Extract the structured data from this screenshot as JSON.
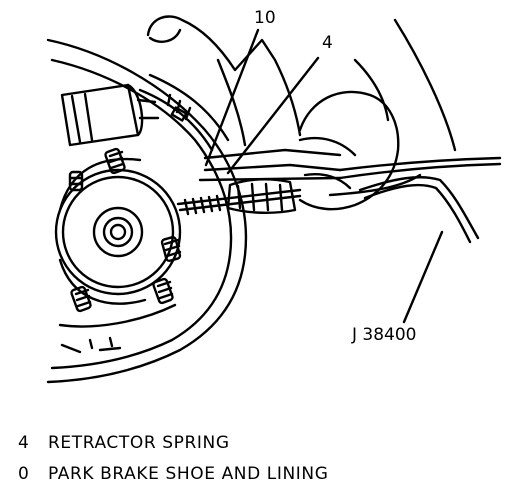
{
  "callouts": {
    "label_10": "10",
    "label_4": "4",
    "tool": "J 38400"
  },
  "legend": [
    {
      "num": "4",
      "text": "RETRACTOR SPRING"
    },
    {
      "num": "0",
      "text": "PARK BRAKE SHOE AND LINING"
    }
  ]
}
